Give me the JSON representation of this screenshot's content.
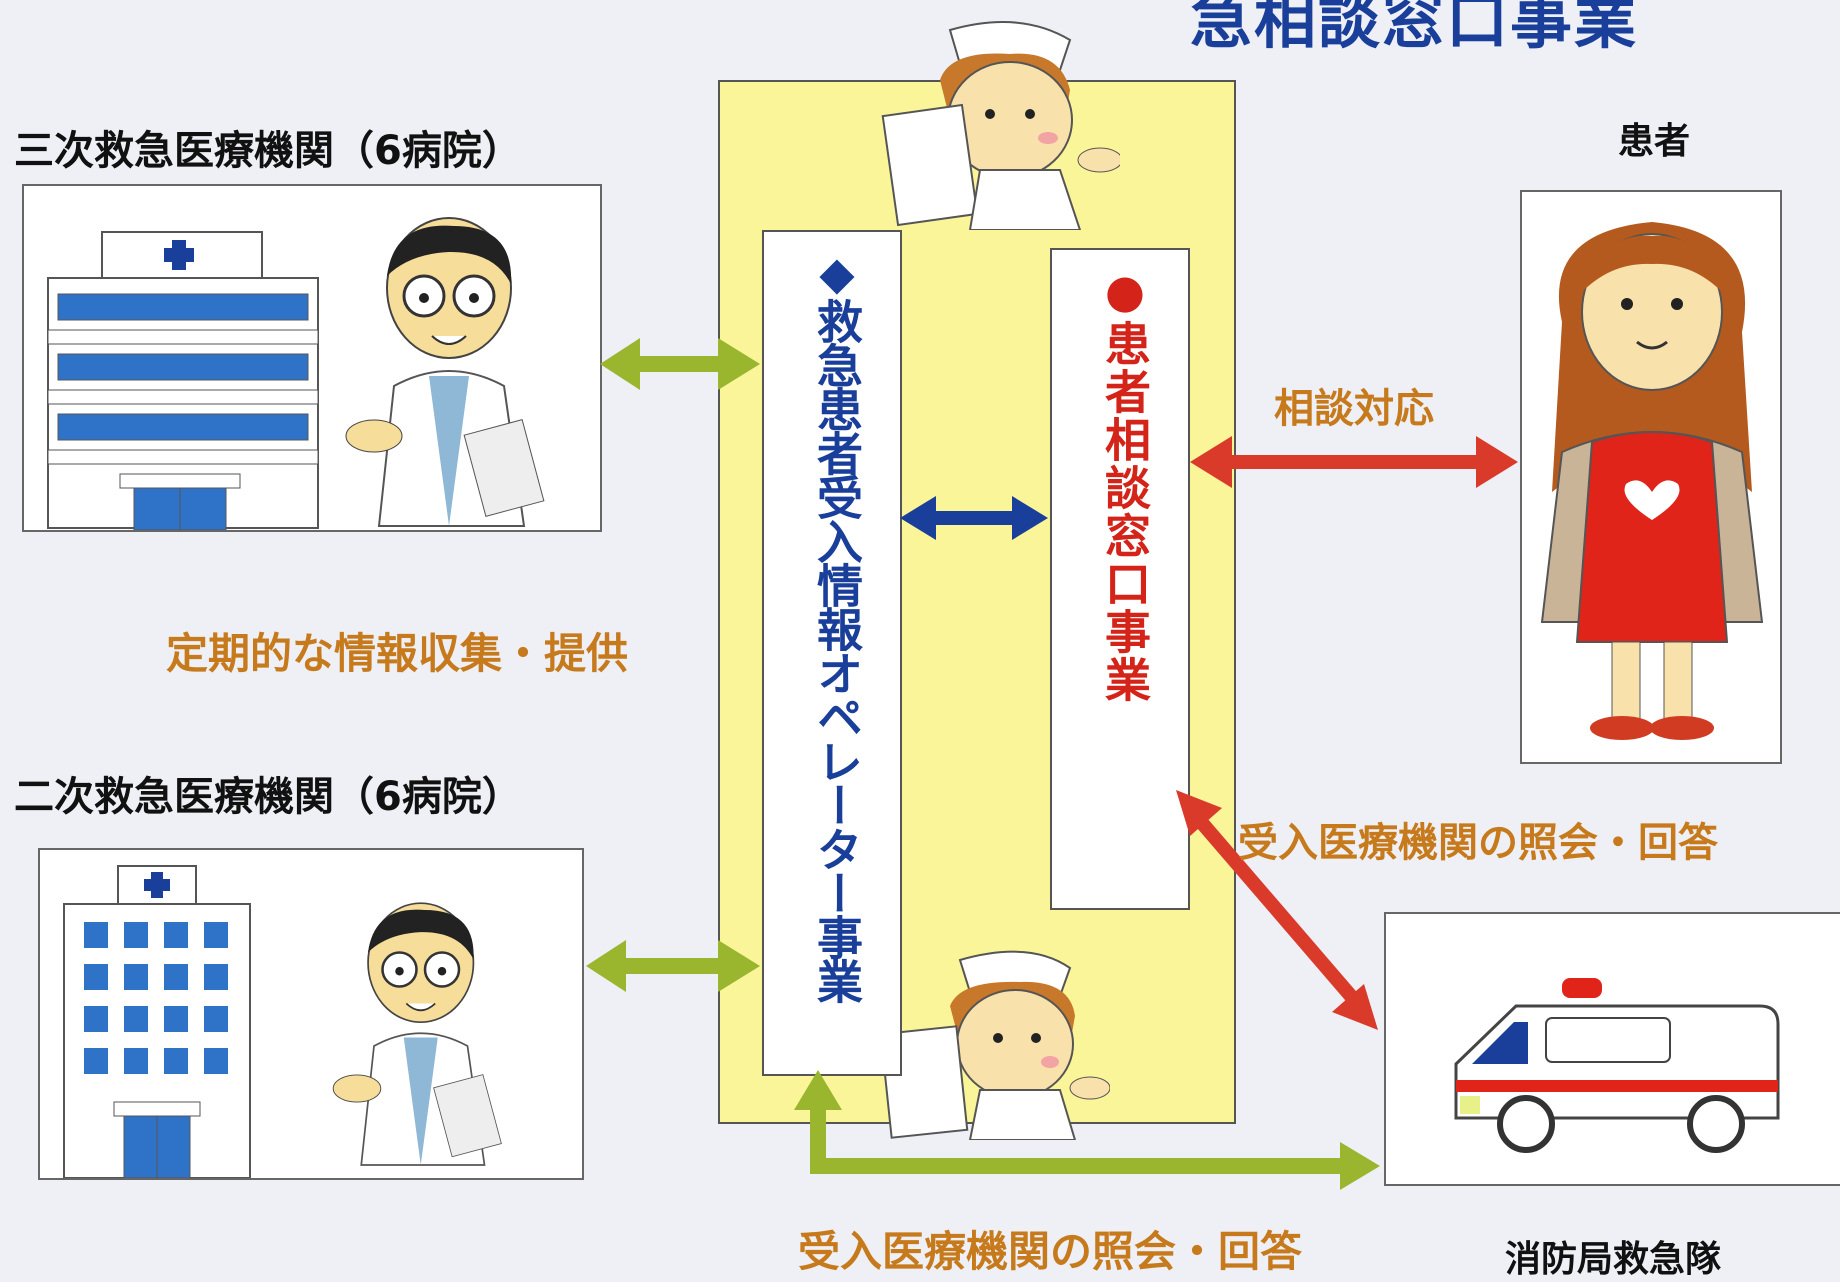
{
  "header": {
    "title_fragment": "急相談窓口事業"
  },
  "tertiary": {
    "label": "三次救急医療機関（6病院）"
  },
  "secondary": {
    "label": "二次救急医療機関（6病院）"
  },
  "patient": {
    "label": "患者"
  },
  "ambulance": {
    "label": "消防局救急隊"
  },
  "center": {
    "operator_label": "◆救急患者受入情報オペレーター事業",
    "consult_label": "●患者相談窓口事業"
  },
  "edges": {
    "info_collection": "定期的な情報収集・提供",
    "consultation": "相談対応",
    "inquiry_right": "受入医療機関の照会・回答",
    "inquiry_bottom": "受入医療機関の照会・回答"
  },
  "colors": {
    "operator_blue": "#1a3f9a",
    "consult_red": "#d42318",
    "green_arrow": "#9ab52e",
    "red_arrow": "#d93a2a",
    "blue_arrow": "#1a3f9a",
    "center_yellow": "#fbf59a",
    "edge_orange": "#c77a1c"
  }
}
